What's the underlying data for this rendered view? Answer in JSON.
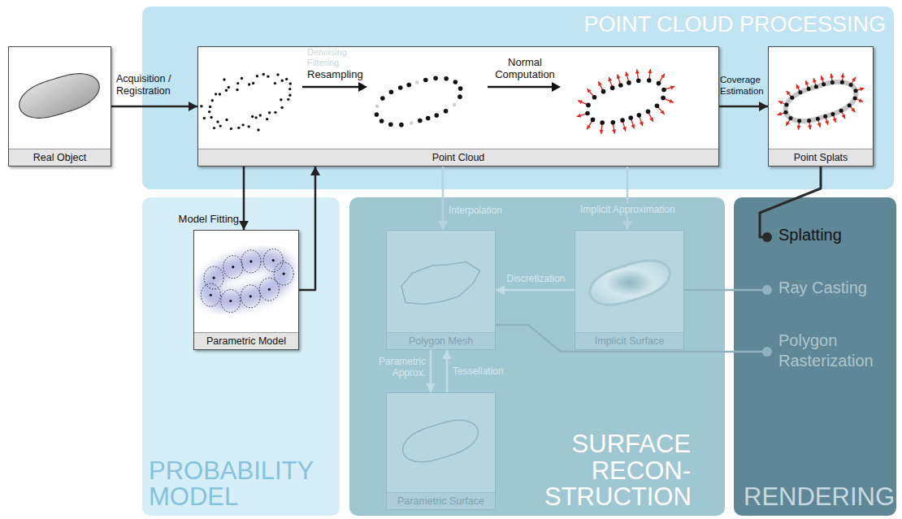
{
  "diagram": {
    "nodes": [
      {
        "text": [
          "Real Object"
        ]
      },
      {
        "text": [
          "POINT CLOUD PROCESSING"
        ]
      },
      {
        "text": [
          "Point Cloud"
        ],
        "in": 1
      },
      {
        "text": [
          "Point Splats"
        ],
        "in": 1
      },
      {
        "text": [
          "PROBABILITY MODEL"
        ]
      },
      {
        "text": [
          "Parametric Model"
        ],
        "in": 4
      },
      {
        "text": [
          "SURFACE RECON- STRUCTION"
        ]
      },
      {
        "text": [
          "Polygon Mesh"
        ],
        "in": 6
      },
      {
        "text": [
          "Implicit Surface"
        ],
        "in": 6
      },
      {
        "text": [
          "Parametric Surface"
        ],
        "in": 6
      },
      {
        "text": [
          "RENDERING"
        ]
      },
      {
        "text": [
          "Splatting"
        ],
        "in": 10
      },
      {
        "text": [
          "Ray Casting"
        ],
        "in": 10
      },
      {
        "text": [
          "Polygon Rasterization"
        ],
        "in": 10
      }
    ],
    "edges": [
      {
        "from": 0,
        "to": 2,
        "arrow": "to",
        "label": "Acquisition / Registration"
      },
      {
        "from": 2,
        "to": 3,
        "arrow": "to",
        "label": "Coverage Estimation"
      },
      {
        "from": 2,
        "to": 5,
        "arrow": "to",
        "label": "Model Fitting"
      },
      {
        "from": 5,
        "to": 2,
        "arrow": "to"
      },
      {
        "from": 2,
        "to": 7,
        "arrow": "to",
        "label": "Interpolation"
      },
      {
        "from": 2,
        "to": 8,
        "arrow": "to",
        "label": "Implicit Approximation"
      },
      {
        "from": 8,
        "to": 7,
        "arrow": "to",
        "label": "Discretization"
      },
      {
        "from": 7,
        "to": 9,
        "arrow": "to",
        "label": "Parametric Approx."
      },
      {
        "from": 9,
        "to": 7,
        "arrow": "to",
        "label": "Tessellation"
      },
      {
        "from": 3,
        "to": 11,
        "arrow": "none"
      },
      {
        "from": 8,
        "to": 12,
        "arrow": "none"
      },
      {
        "from": 7,
        "to": 13,
        "arrow": "none"
      }
    ],
    "labels": [
      "Denoising Filtering",
      "Resampling",
      "Normal Computation"
    ]
  }
}
